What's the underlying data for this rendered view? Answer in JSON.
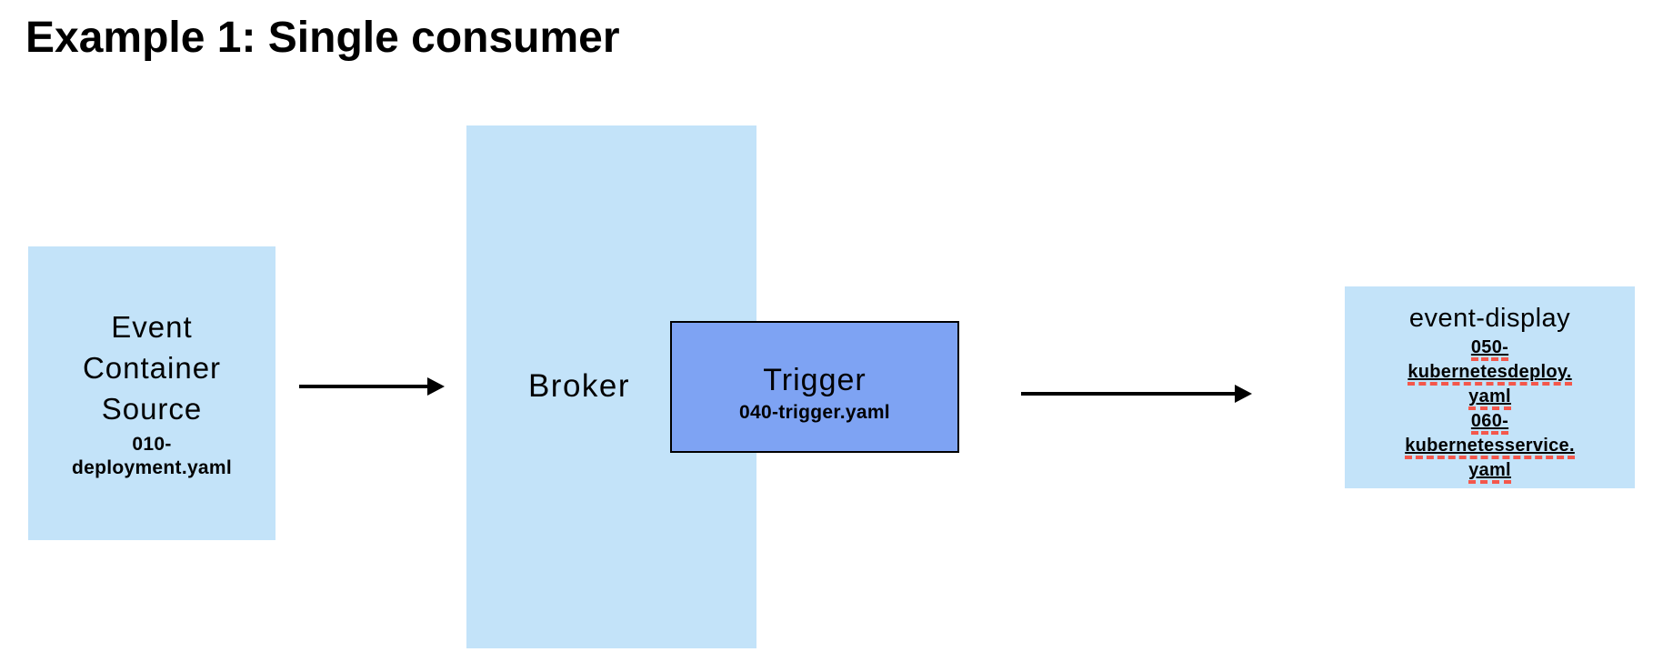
{
  "slide": {
    "title": "Example 1: Single consumer"
  },
  "nodes": {
    "event_container_source": {
      "title_line1": "Event",
      "title_line2": "Container",
      "title_line3": "Source",
      "file_line1": "010-",
      "file_line2": "deployment.yaml"
    },
    "broker": {
      "label": "Broker"
    },
    "trigger": {
      "label": "Trigger",
      "file": "040-trigger.yaml"
    },
    "event_display": {
      "title": "event-display",
      "file_lines": [
        "050-",
        "kubernetesdeploy.",
        "yaml",
        "060-",
        "kubernetesservice.",
        "yaml"
      ]
    }
  },
  "colors": {
    "node_fill": "#c3e3f9",
    "trigger_fill": "#7ea3f3",
    "trigger_border": "#000000",
    "arrow": "#000000",
    "text": "#000000",
    "spellcheck_underline": "#f4574b"
  }
}
